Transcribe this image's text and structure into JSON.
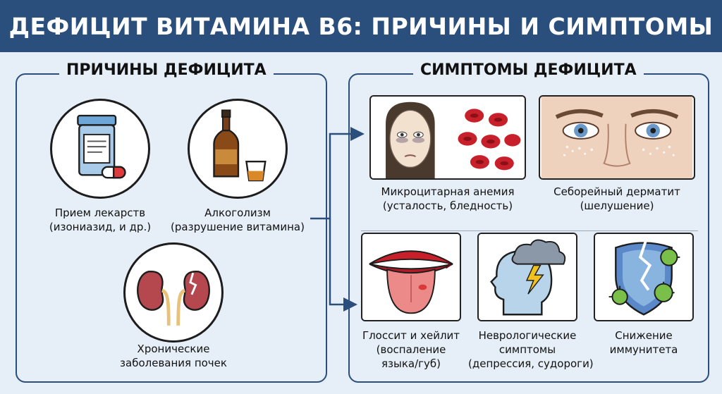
{
  "title": "ДЕФИЦИТ ВИТАМИНА В6: ПРИЧИНЫ И СИМПТОМЫ",
  "causes": {
    "heading": "ПРИЧИНЫ ДЕФИЦИТА",
    "items": [
      {
        "line1": "Прием лекарств",
        "line2": "(изониазид, и др.)"
      },
      {
        "line1": "Алкоголизм",
        "line2": "(разрушение витамина)"
      },
      {
        "line1": "Хронические",
        "line2": "заболевания почек"
      }
    ]
  },
  "symptoms": {
    "heading": "СИМПТОМЫ ДЕФИЦИТА",
    "items": [
      {
        "line1": "Микроцитарная анемия",
        "line2": "(усталость, бледность)"
      },
      {
        "line1": "Себорейный дерматит",
        "line2": "(шелушение)"
      },
      {
        "line1": "Глоссит и хейлит",
        "line2": "(воспаление",
        "line3": "языка/губ)"
      },
      {
        "line1": "Неврологические",
        "line2": "симптомы",
        "line3": "(депрессия, судороги)"
      },
      {
        "line1": "Снижение",
        "line2": "иммунитета"
      }
    ]
  },
  "colors": {
    "header_bg": "#2b4f7c",
    "page_bg": "#e6eff7",
    "blood_red": "#c8202a",
    "pill_blue": "#6fa6d8",
    "kidney": "#b5484f"
  }
}
